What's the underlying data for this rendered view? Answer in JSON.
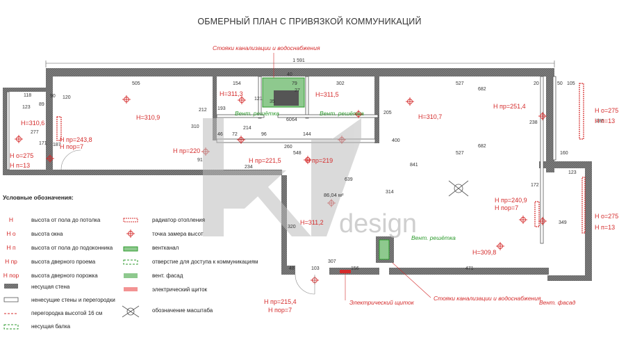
{
  "title": "ОБМЕРНЫЙ ПЛАН С ПРИВЯЗКОЙ КОММУНИКАЦИЙ",
  "watermark": "design",
  "dimensions": {
    "overall": "1 591",
    "d505": "505",
    "d154": "154",
    "d40": "40",
    "d302": "302",
    "d527a": "527",
    "d682a": "682",
    "d20": "20",
    "d50": "50",
    "d105": "105",
    "d118": "118",
    "d123": "123",
    "d90": "90",
    "d89": "89",
    "d120": "120",
    "d277": "277",
    "d171": "171",
    "d187": "187",
    "d212": "212",
    "d310": "310",
    "d193": "193",
    "d46": "46",
    "d72": "72",
    "d214": "214",
    "d96": "96",
    "d60": "60",
    "d64": "64",
    "d144": "144",
    "d260": "260",
    "d548": "548",
    "d234": "234",
    "d91": "91",
    "d527b": "527",
    "d682b": "682",
    "d160": "160",
    "d841": "841",
    "d639": "639",
    "d314": "314",
    "d320": "320",
    "d172": "172",
    "d349": "349",
    "d123b": "123",
    "d48": "48",
    "d103": "103",
    "d307": "307",
    "d156": "156",
    "d471": "471",
    "d400": "400",
    "d285": "285",
    "d238": "238",
    "d205": "205",
    "d121": "121",
    "d35": "35",
    "d79": "79",
    "d27": "27"
  },
  "heights": {
    "h_left": "H=310,6",
    "hpr_left": "H пр=243,8",
    "hpor_left": "H пор=7",
    "ho_left": "H о=275",
    "hp_left": "H п=13",
    "h_room1": "H=310,9",
    "hpr_220": "H пр=220",
    "h_3113": "H=311,3",
    "h_3115": "H=311,5",
    "hpr_2215": "H пр=221,5",
    "hpr_219": "H пр=219",
    "h_3107": "H=310,7",
    "hpr_2514": "H пр=251,4",
    "ho_right_top": "H о=275",
    "hp_right_top": "H п=13",
    "h_3112": "H=311,2",
    "area": "86,04 м²",
    "hpr_2409": "H пр=240,9",
    "hpor_2409": "H пор=7",
    "h_3098": "H=309,8",
    "ho_right_bot": "H о=275",
    "hp_right_bot": "H п=13",
    "hpr_2154": "H пр=215,4",
    "hpor_2154": "H пор=7"
  },
  "annotations": {
    "risers_top": "Стояки канализации и водоснабжения",
    "vent_grille_1": "Вент. решётка",
    "vent_grille_2": "Вент. решётка",
    "vent_grille_3": "Вент. решётка",
    "panel": "Электрический щиток",
    "risers_bottom": "Стояки канализации и водоснабжения",
    "vent_facade": "Вент. фасад"
  },
  "legend": {
    "title": "Условные обозначения:",
    "left": [
      {
        "sym": "H",
        "label": "высота от пола до потолка"
      },
      {
        "sym": "H о",
        "label": "высота окна"
      },
      {
        "sym": "H п",
        "label": "высота от пола до подоконника"
      },
      {
        "sym": "H пр",
        "label": "высота дверного проема"
      },
      {
        "sym": "H пор",
        "label": "высота дверного порожка"
      },
      {
        "sym": "",
        "label": "несущая стена"
      },
      {
        "sym": "",
        "label": "ненесущие стены и перегородки"
      },
      {
        "sym": "",
        "label": "перегородка высотой 16 см"
      },
      {
        "sym": "",
        "label": "несущая балка"
      }
    ],
    "right": [
      {
        "label": "радиатор отопления"
      },
      {
        "label": "точка замера высот"
      },
      {
        "label": "вентканал"
      },
      {
        "label": "отверстие для доступа к коммуникациям"
      },
      {
        "label": "вент. фасад"
      },
      {
        "label": "электрический щиток"
      },
      {
        "label": "обозначение масштаба"
      }
    ]
  },
  "colors": {
    "wall": "#7d7d7d",
    "red": "#d42a2a",
    "green": "#2c9a2c"
  }
}
